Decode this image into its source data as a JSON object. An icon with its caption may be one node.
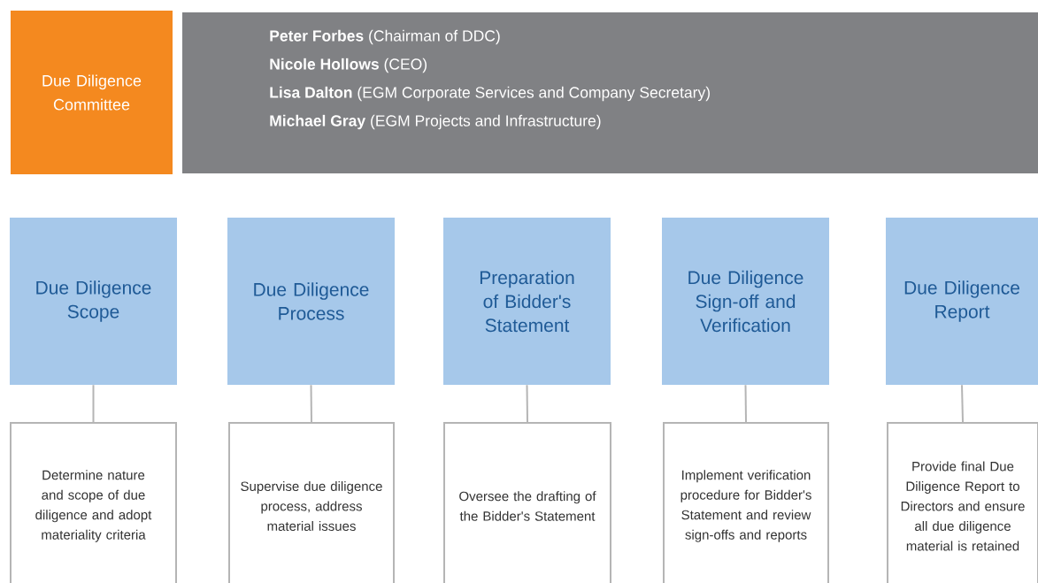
{
  "diagram": {
    "nodes": [
      {
        "text": [
          "Due Diligence Committee"
        ]
      },
      {
        "text": [
          "**Peter Forbes** (Chairman of DDC)",
          "**Nicole Hollows** (CEO)",
          "**Lisa Dalton** (EGM Corporate Services and Company Secretary)",
          "**Michael Gray** (EGM Projects and Infrastructure)"
        ]
      },
      {
        "text": [
          "Due Diligence Scope"
        ]
      },
      {
        "text": [
          "Due Diligence Process"
        ]
      },
      {
        "text": [
          "Preparation of Bidder's Statement"
        ]
      },
      {
        "text": [
          "Due Diligence Sign-off and Verification"
        ]
      },
      {
        "text": [
          "Due Diligence Report"
        ]
      },
      {
        "text": [
          "Determine nature and scope of due diligence and adopt materiality criteria"
        ]
      },
      {
        "text": [
          "Supervise due diligence process, address material issues"
        ]
      },
      {
        "text": [
          "Oversee the drafting of the Bidder's Statement"
        ]
      },
      {
        "text": [
          "Implement verification procedure for Bidder's Statement and review sign-offs and reports"
        ]
      },
      {
        "text": [
          "Provide final Due Diligence Report to Directors and ensure all due diligence material is retained"
        ]
      }
    ],
    "edges": [
      {
        "from": 2,
        "to": 7,
        "arrow": "none"
      },
      {
        "from": 3,
        "to": 8,
        "arrow": "none"
      },
      {
        "from": 4,
        "to": 9,
        "arrow": "none"
      },
      {
        "from": 5,
        "to": 10,
        "arrow": "none"
      },
      {
        "from": 6,
        "to": 11,
        "arrow": "none"
      }
    ]
  }
}
